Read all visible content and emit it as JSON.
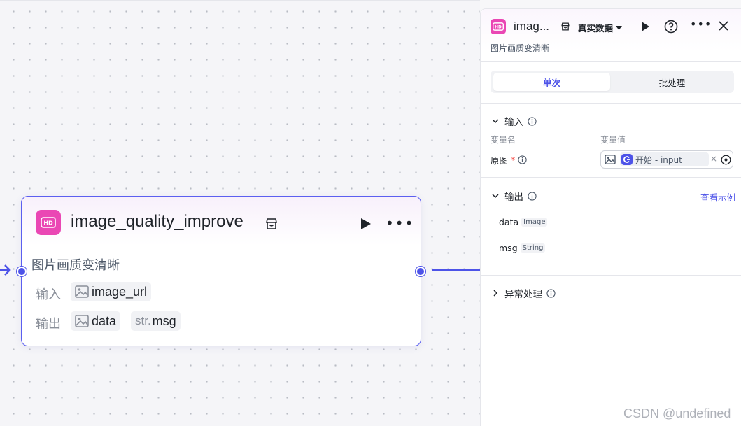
{
  "node": {
    "title": "image_quality_improve",
    "description": "图片画质变清晰",
    "input_label": "输入",
    "output_label": "输出",
    "inputs": [
      {
        "name": "image_url",
        "type_icon": "image-icon"
      }
    ],
    "outputs": [
      {
        "name": "data",
        "type_icon": "image-icon"
      },
      {
        "name": "msg",
        "type_prefix": "str."
      }
    ],
    "icon_text": "HD"
  },
  "panel": {
    "title": "imag...",
    "data_mode": "真实数据",
    "description": "图片画质变清晰",
    "tabs": [
      {
        "label": "单次",
        "active": true
      },
      {
        "label": "批处理",
        "active": false
      }
    ],
    "input_section": {
      "title": "输入",
      "col_name": "变量名",
      "col_value": "变量值",
      "var_name": "原图",
      "required_mark": "*",
      "ref_value": "开始 - input",
      "ref_clear": "×"
    },
    "output_section": {
      "title": "输出",
      "view_example": "查看示例",
      "items": [
        {
          "name": "data",
          "type": "Image"
        },
        {
          "name": "msg",
          "type": "String"
        }
      ]
    },
    "exception_section": {
      "title": "异常处理"
    }
  },
  "watermark": "CSDN @undefined",
  "colors": {
    "accent": "#4d53e8",
    "node_icon": "#ea47b4"
  }
}
